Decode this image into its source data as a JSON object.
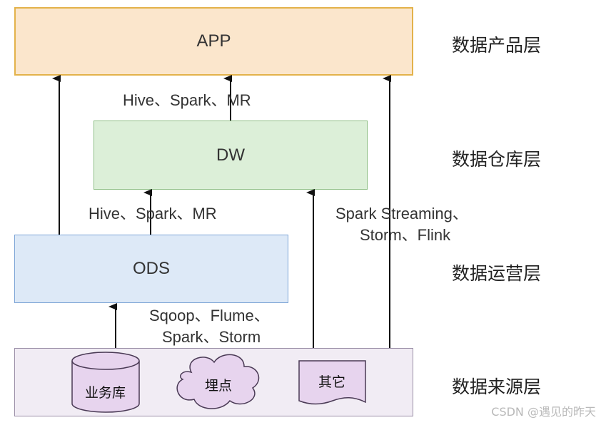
{
  "boxes": {
    "app": "APP",
    "dw": "DW",
    "ods": "ODS"
  },
  "layers": {
    "product": "数据产品层",
    "warehouse": "数据仓库层",
    "operation": "数据运营层",
    "source": "数据来源层"
  },
  "edges": {
    "dw_to_app": "Hive、Spark、MR",
    "ods_to_dw": "Hive、Spark、MR",
    "stream_line1": "Spark Streaming、",
    "stream_line2": "Storm、Flink",
    "source_line1": "Sqoop、Flume、",
    "source_line2": "Spark、Storm"
  },
  "sources": {
    "business_db": "业务库",
    "tracking": "埋点",
    "other": "其它"
  },
  "watermark": "CSDN @遇见的昨天",
  "colors": {
    "app_fill": "#fbe6cc",
    "dw_fill": "#dcefd8",
    "ods_fill": "#dde9f7",
    "source_fill": "#f1ecf4"
  }
}
